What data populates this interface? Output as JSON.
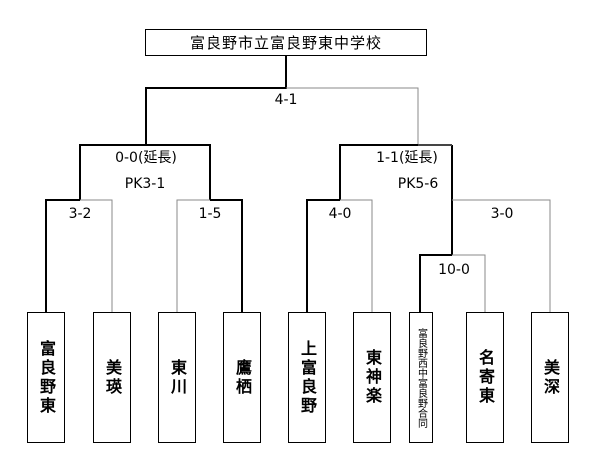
{
  "winner": "富良野市立富良野東中学校",
  "teams": [
    "富良野東",
    "美瑛",
    "東川",
    "鷹栖",
    "上富良野",
    "東神楽",
    "富良野西中富良野合同",
    "名寄東",
    "美深"
  ],
  "scores": {
    "final": "4-1",
    "semi_left": "0-0(延長)",
    "semi_left_pk": "PK3-1",
    "semi_right": "1-1(延長)",
    "semi_right_pk": "PK5-6",
    "qf_1": "3-2",
    "qf_2": "1-5",
    "qf_3": "4-0",
    "qf_4": "3-0",
    "r1": "10-0"
  }
}
